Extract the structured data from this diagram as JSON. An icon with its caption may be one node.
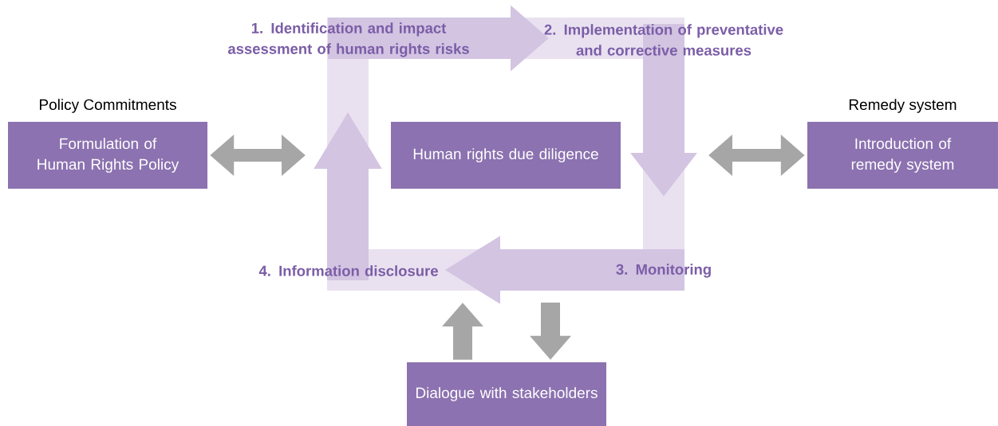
{
  "diagram": {
    "nodes": [
      {
        "text": [
          "Policy Commitments",
          "Formulation of Human Rights Policy"
        ]
      },
      {
        "text": [
          "Human rights due diligence"
        ]
      },
      {
        "text": [
          "Remedy system",
          "Introduction of remedy system"
        ]
      },
      {
        "text": [
          "Dialogue with stakeholders"
        ]
      },
      {
        "text": [
          "1. Identification and impact assessment of human rights risks"
        ]
      },
      {
        "text": [
          "2. Implementation of preventative and corrective measures"
        ]
      },
      {
        "text": [
          "3. Monitoring"
        ]
      },
      {
        "text": [
          "4. Information disclosure"
        ]
      }
    ],
    "edges": [
      {
        "from": 0,
        "to": null,
        "arrow": "both"
      },
      {
        "from": null,
        "to": 2,
        "arrow": "both"
      },
      {
        "from": 3,
        "to": null,
        "arrow": "to"
      },
      {
        "from": null,
        "to": 3,
        "arrow": "to"
      },
      {
        "from": 4,
        "to": 5,
        "arrow": "to",
        "style": "thick",
        "color": "#d3c4e2"
      },
      {
        "from": 5,
        "to": null,
        "arrow": "to",
        "style": "thick",
        "color": "#d3c4e2"
      },
      {
        "from": 6,
        "to": 7,
        "arrow": "to",
        "style": "thick",
        "color": "#d3c4e2"
      },
      {
        "from": 7,
        "to": null,
        "arrow": "to",
        "style": "thick",
        "color": "#d3c4e2"
      }
    ]
  }
}
